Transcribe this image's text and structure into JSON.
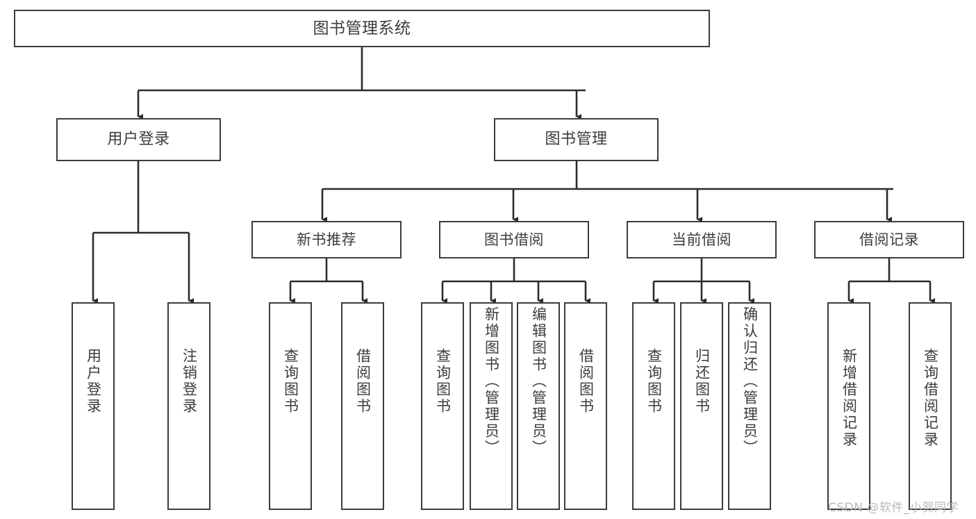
{
  "diagram": {
    "title": "图书管理系统",
    "type": "tree",
    "colors": {
      "background": "#ffffff",
      "node_border": "#3b3b3b",
      "node_fill": "#ffffff",
      "text": "#3c3c3c",
      "edge": "#2b2b2b",
      "watermark": "#b9b9b9"
    },
    "root": {
      "id": "root",
      "label": "图书管理系统"
    },
    "level2": [
      {
        "id": "user-login",
        "label": "用户登录"
      },
      {
        "id": "book-manage",
        "label": "图书管理"
      }
    ],
    "level3": [
      {
        "id": "new-book-recommend",
        "label": "新书推荐",
        "parent": "book-manage"
      },
      {
        "id": "book-borrow",
        "label": "图书借阅",
        "parent": "book-manage"
      },
      {
        "id": "current-borrow",
        "label": "当前借阅",
        "parent": "book-manage"
      },
      {
        "id": "borrow-record",
        "label": "借阅记录",
        "parent": "book-manage"
      }
    ],
    "leaves": {
      "user-login": [
        {
          "id": "leaf-user-login",
          "label": "用户登录"
        },
        {
          "id": "leaf-user-logout",
          "label": "注销登录"
        }
      ],
      "new-book-recommend": [
        {
          "id": "leaf-query-book-1",
          "label": "查询图书"
        },
        {
          "id": "leaf-borrow-book-1",
          "label": "借阅图书"
        }
      ],
      "book-borrow": [
        {
          "id": "leaf-query-book-2",
          "label": "查询图书"
        },
        {
          "id": "leaf-add-book",
          "label": "新增图书（管理员）"
        },
        {
          "id": "leaf-edit-book",
          "label": "编辑图书（管理员）"
        },
        {
          "id": "leaf-borrow-book-2",
          "label": "借阅图书"
        }
      ],
      "current-borrow": [
        {
          "id": "leaf-query-book-3",
          "label": "查询图书"
        },
        {
          "id": "leaf-return-book",
          "label": "归还图书"
        },
        {
          "id": "leaf-confirm-return",
          "label": "确认归还（管理员）"
        }
      ],
      "borrow-record": [
        {
          "id": "leaf-add-record",
          "label": "新增借阅记录"
        },
        {
          "id": "leaf-query-record",
          "label": "查询借阅记录"
        }
      ]
    }
  },
  "watermark": {
    "text": "CSDN @软件_小贺同学"
  }
}
